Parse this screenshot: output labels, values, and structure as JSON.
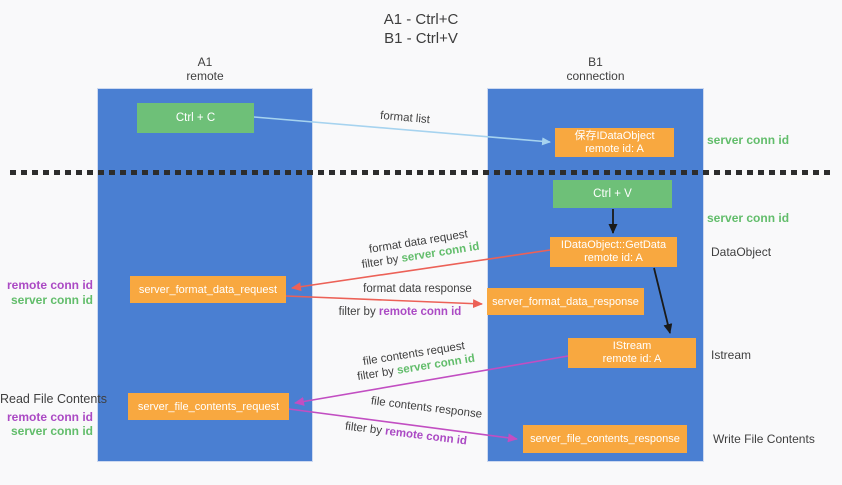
{
  "title": {
    "line1": "A1 - Ctrl+C",
    "line2": "B1 - Ctrl+V"
  },
  "lanes": {
    "left": {
      "id": "A1",
      "subtitle": "remote"
    },
    "right": {
      "id": "B1",
      "subtitle": "connection"
    }
  },
  "nodes": {
    "ctrl_c": {
      "label": "Ctrl + C"
    },
    "save_idataobject": {
      "line1": "保存IDataObject",
      "line2": "remote id: A"
    },
    "ctrl_v": {
      "label": "Ctrl + V"
    },
    "getdata": {
      "line1": "IDataObject::GetData",
      "line2": "remote id: A"
    },
    "server_format_data_request": {
      "label": "server_format_data_request"
    },
    "server_format_data_response": {
      "label": "server_format_data_response"
    },
    "istream": {
      "line1": "IStream",
      "line2": "remote id: A"
    },
    "server_file_contents_request": {
      "label": "server_file_contents_request"
    },
    "server_file_contents_response": {
      "label": "server_file_contents_response"
    }
  },
  "edge_labels": {
    "format_list": {
      "text": "format list"
    },
    "format_data_request": {
      "line1": "format data request",
      "filter_prefix": "filter by ",
      "filter_value": "server conn id"
    },
    "format_data_response": {
      "line1": "format data response",
      "filter_prefix": "filter by ",
      "filter_value": "remote conn id"
    },
    "file_contents_request": {
      "line1": "file contents request",
      "filter_prefix": "filter by ",
      "filter_value": "server conn id"
    },
    "file_contents_response": {
      "line1": "file contents response",
      "filter_prefix": "filter by ",
      "filter_value": "remote conn id"
    }
  },
  "annotations": {
    "right_server_conn_id_top": "server conn id",
    "right_server_conn_id_mid": "server conn id",
    "right_dataobject": "DataObject",
    "right_istream": "Istream",
    "right_write_file_contents": "Write File Contents",
    "left_remote_conn_id_top": "remote conn id",
    "left_server_conn_id_top": "server conn id",
    "left_read_file_contents": "Read File Contents",
    "left_remote_conn_id_bottom": "remote conn id",
    "left_server_conn_id_bottom": "server conn id"
  },
  "colors": {
    "lane_fill": "#4a7fd2",
    "node_green": "#6ec078",
    "node_orange": "#f8a840",
    "text_green": "#62bd6b",
    "text_purple": "#ab4ac4",
    "arrow_red": "#ec6157",
    "arrow_magenta": "#c24ec2",
    "arrow_lightblue": "#a6d3ef",
    "arrow_black": "#1a1a1a"
  }
}
